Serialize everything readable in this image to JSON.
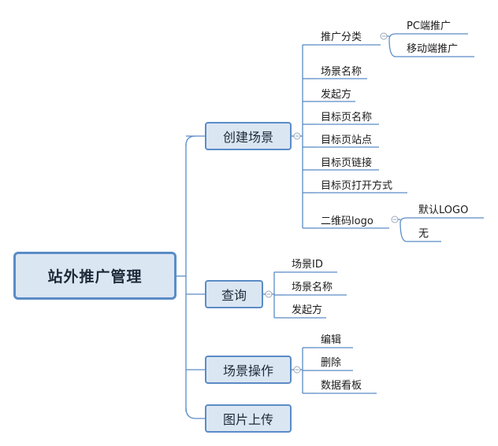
{
  "root": {
    "label": "站外推广管理"
  },
  "branches": [
    {
      "label": "创建场景",
      "children": [
        {
          "label": "推广分类",
          "children": [
            {
              "label": "PC端推广"
            },
            {
              "label": "移动端推广"
            }
          ]
        },
        {
          "label": "场景名称"
        },
        {
          "label": "发起方"
        },
        {
          "label": "目标页名称"
        },
        {
          "label": "目标页站点"
        },
        {
          "label": "目标页链接"
        },
        {
          "label": "目标页打开方式"
        },
        {
          "label": "二维码logo",
          "children": [
            {
              "label": "默认LOGO"
            },
            {
              "label": "无"
            }
          ]
        }
      ]
    },
    {
      "label": "查询",
      "children": [
        {
          "label": "场景ID"
        },
        {
          "label": "场景名称"
        },
        {
          "label": "发起方"
        }
      ]
    },
    {
      "label": "场景操作",
      "children": [
        {
          "label": "编辑"
        },
        {
          "label": "删除"
        },
        {
          "label": "数据看板"
        }
      ]
    },
    {
      "label": "图片上传"
    }
  ],
  "collapse_symbol": "⊖",
  "colors": {
    "node_fill": "#dbe6f3",
    "node_border": "#5a8cc6",
    "line": "#5a8cc6"
  }
}
